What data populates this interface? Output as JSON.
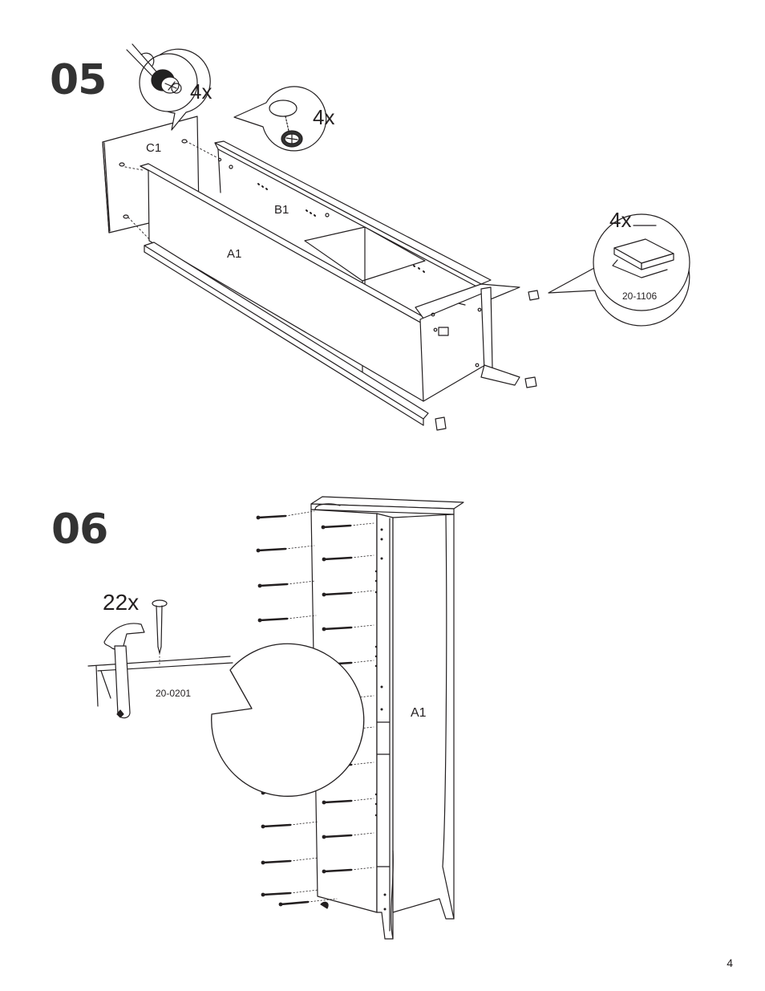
{
  "page_number": "4",
  "steps": [
    {
      "number": "05",
      "parts": {
        "side_panel": "C1",
        "back_panel": "B1",
        "front_panel": "A1"
      },
      "callouts": {
        "cam_lock_qty": "4x",
        "cam_hole_qty": "4x",
        "pad_qty": "4x",
        "pad_part": "20-1106"
      }
    },
    {
      "number": "06",
      "parts": {
        "panel": "A1"
      },
      "callouts": {
        "nail_qty": "22x",
        "nail_part": "20-0201"
      }
    }
  ]
}
